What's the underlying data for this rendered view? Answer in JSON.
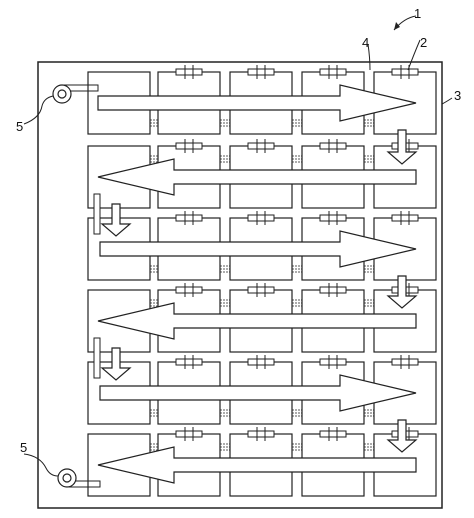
{
  "figure": {
    "labels": {
      "assembly": "1",
      "cell": "2",
      "frame": "3",
      "connector": "4",
      "port_top": "5",
      "port_bottom": "5"
    },
    "grid": {
      "rows": 6,
      "cols": 5
    },
    "flow_directions": [
      "right",
      "left",
      "right",
      "left",
      "right",
      "left"
    ],
    "colors": {
      "line": "#222222",
      "background": "#ffffff"
    }
  }
}
